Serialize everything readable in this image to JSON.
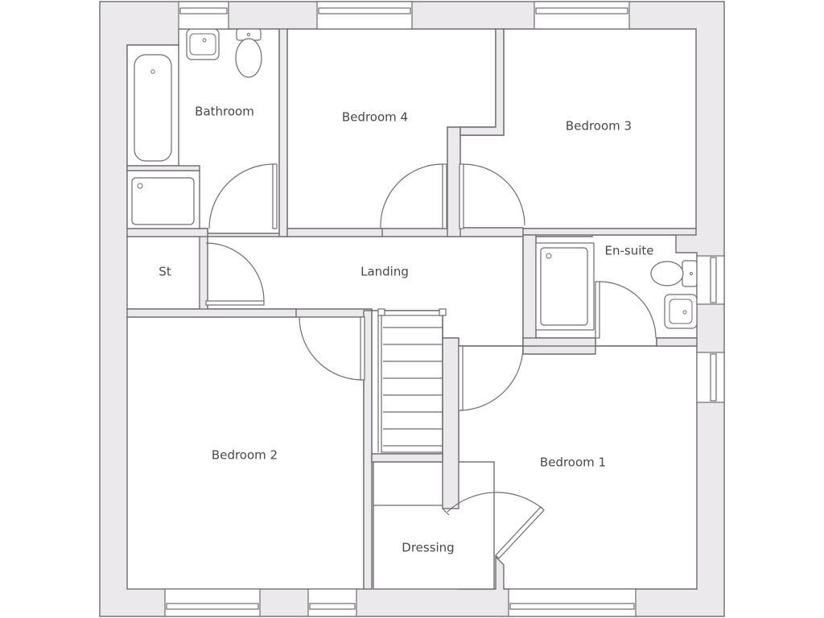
{
  "plan": {
    "colors": {
      "wall_fill": "#ebe9ec",
      "line": "#6f6c70",
      "room_fill": "#ffffff",
      "text": "#4a474b"
    },
    "rooms": {
      "bathroom": "Bathroom",
      "bedroom4": "Bedroom 4",
      "bedroom3": "Bedroom 3",
      "store": "St",
      "landing": "Landing",
      "ensuite": "En-suite",
      "bedroom2": "Bedroom 2",
      "bedroom1": "Bedroom 1",
      "dressing": "Dressing"
    }
  }
}
